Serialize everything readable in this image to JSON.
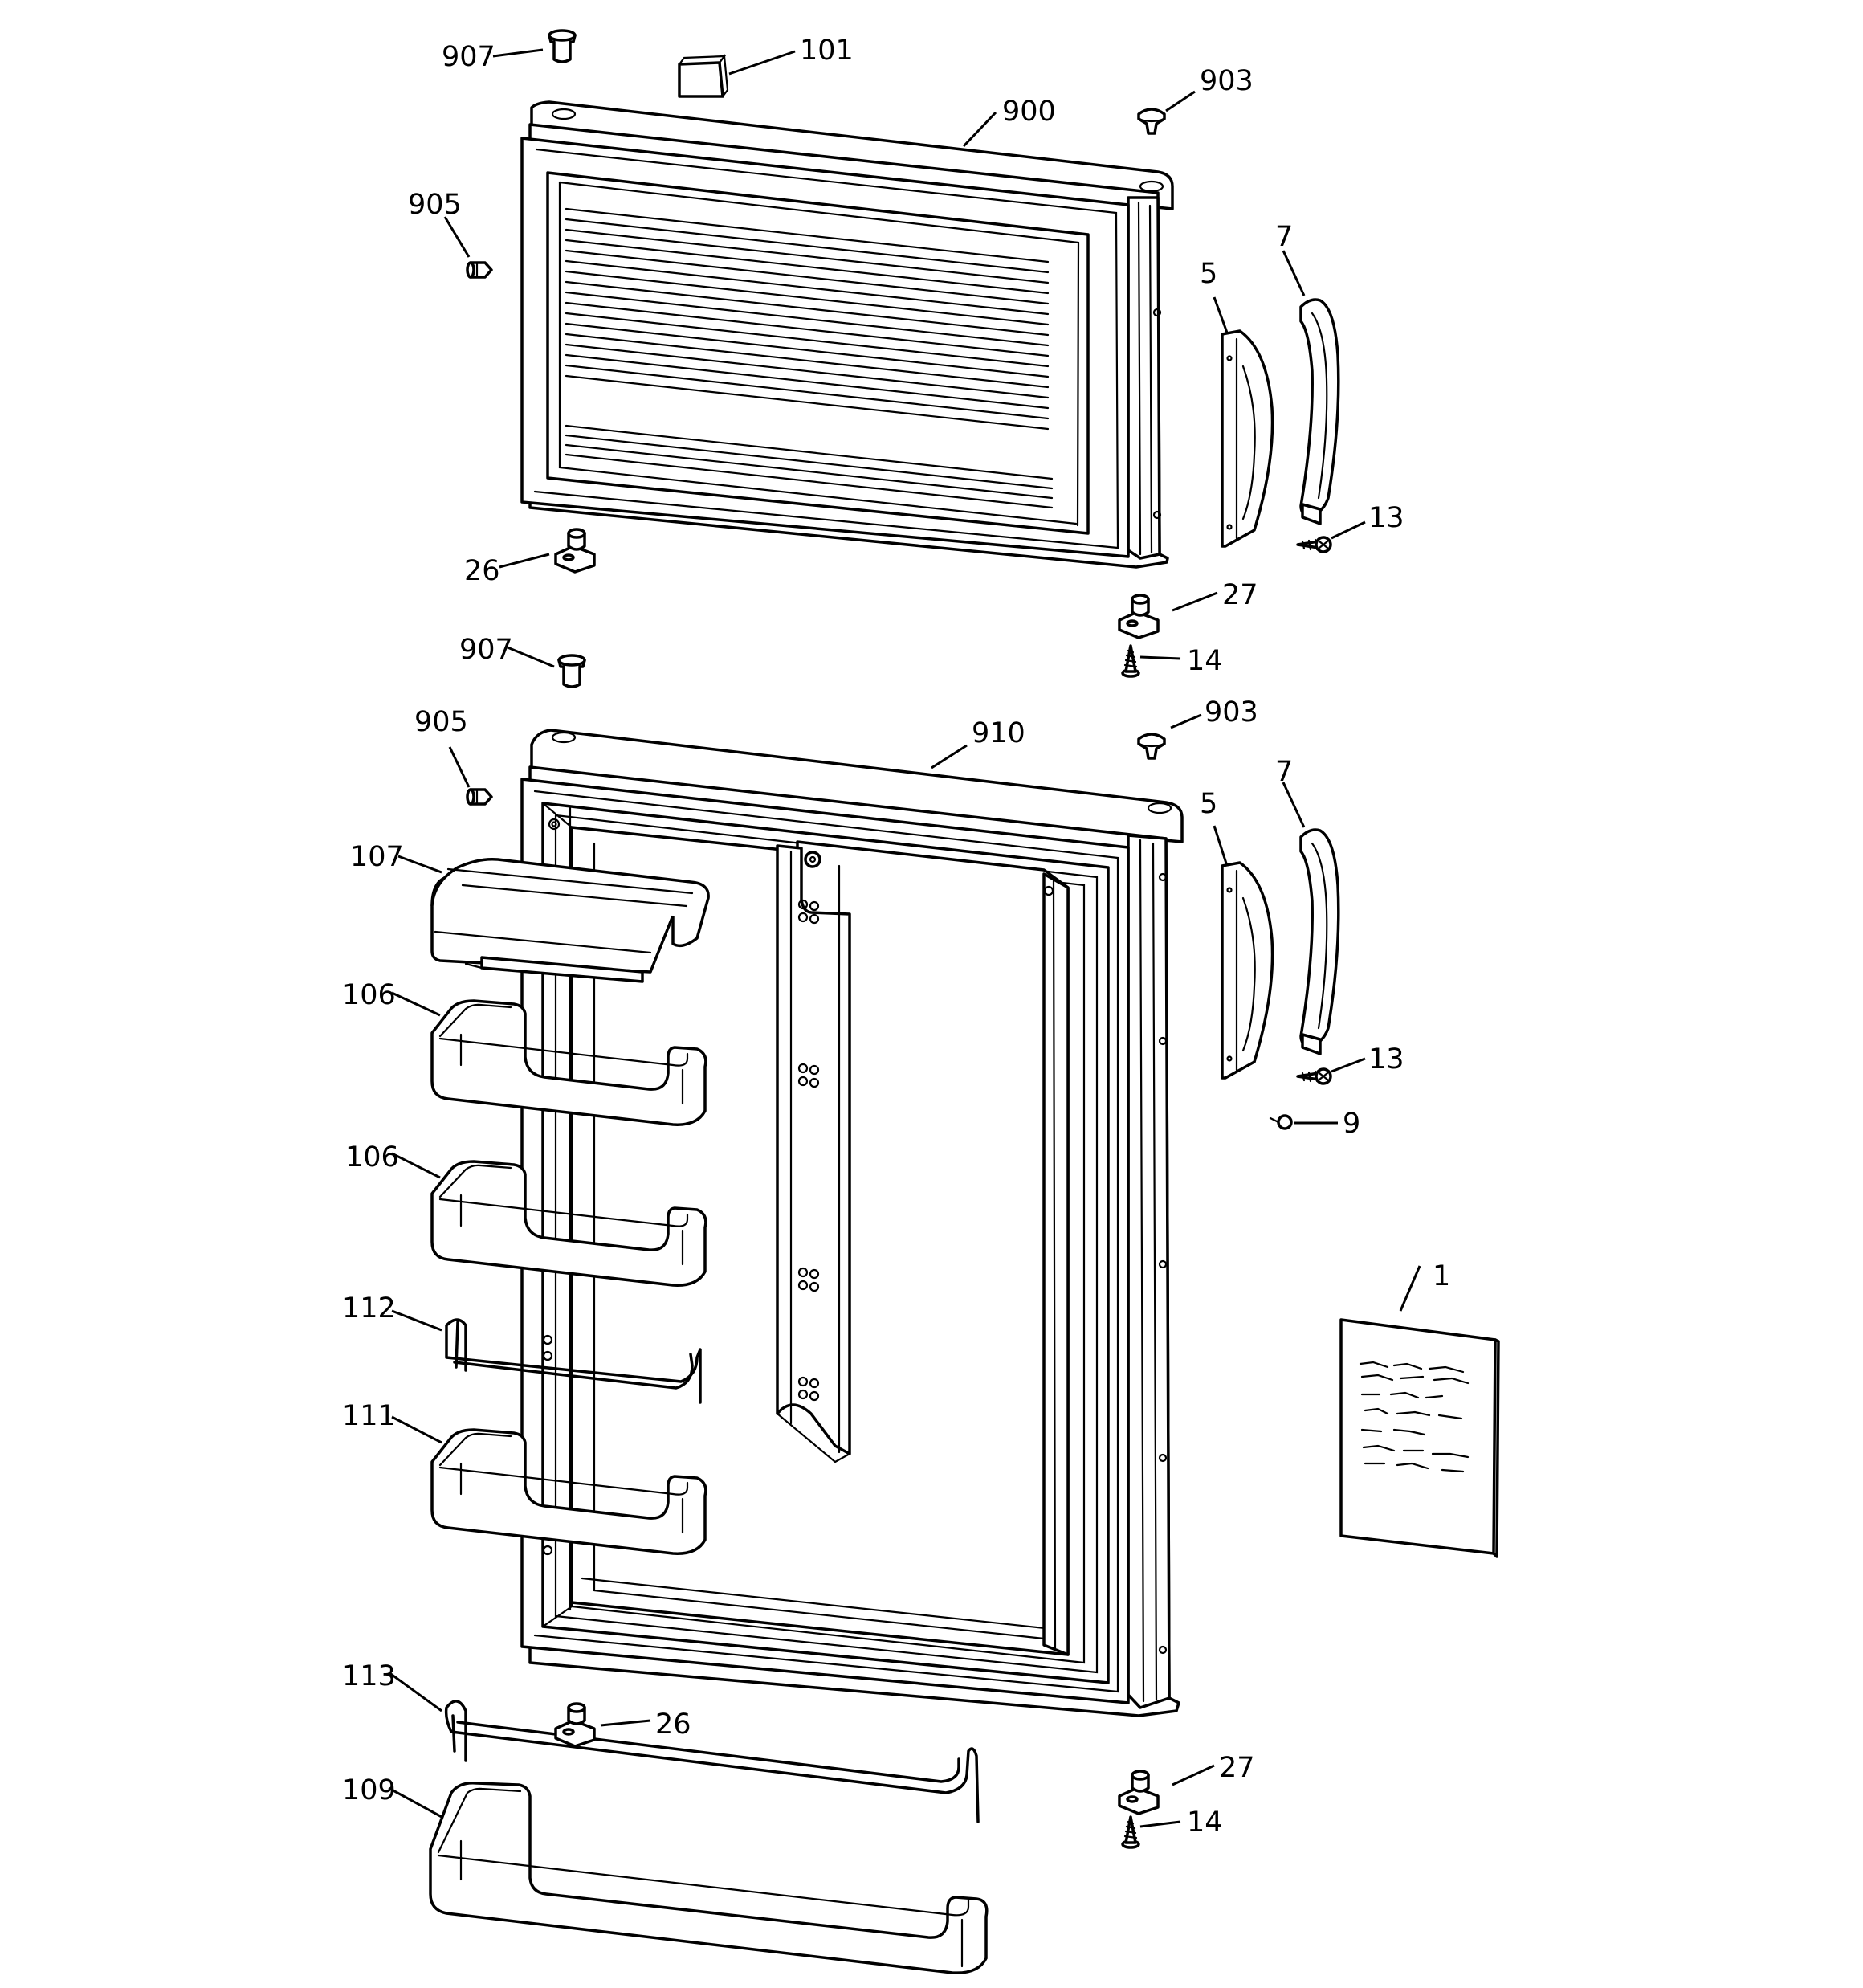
{
  "diagram": {
    "callouts": {
      "c907_top": "907",
      "c101": "101",
      "c900": "900",
      "c903_top": "903",
      "c905_top": "905",
      "c5_top": "5",
      "c7_top": "7",
      "c13_top": "13",
      "c26_top": "26",
      "c27_top": "27",
      "c14_top": "14",
      "c907_bot": "907",
      "c905_bot": "905",
      "c910": "910",
      "c903_bot": "903",
      "c5_bot": "5",
      "c7_bot": "7",
      "c107": "107",
      "c106_a": "106",
      "c106_b": "106",
      "c13_bot": "13",
      "c9": "9",
      "c1": "1",
      "c112": "112",
      "c111": "111",
      "c113": "113",
      "c26_bot": "26",
      "c27_bot": "27",
      "c14_bot": "14",
      "c109": "109"
    }
  }
}
